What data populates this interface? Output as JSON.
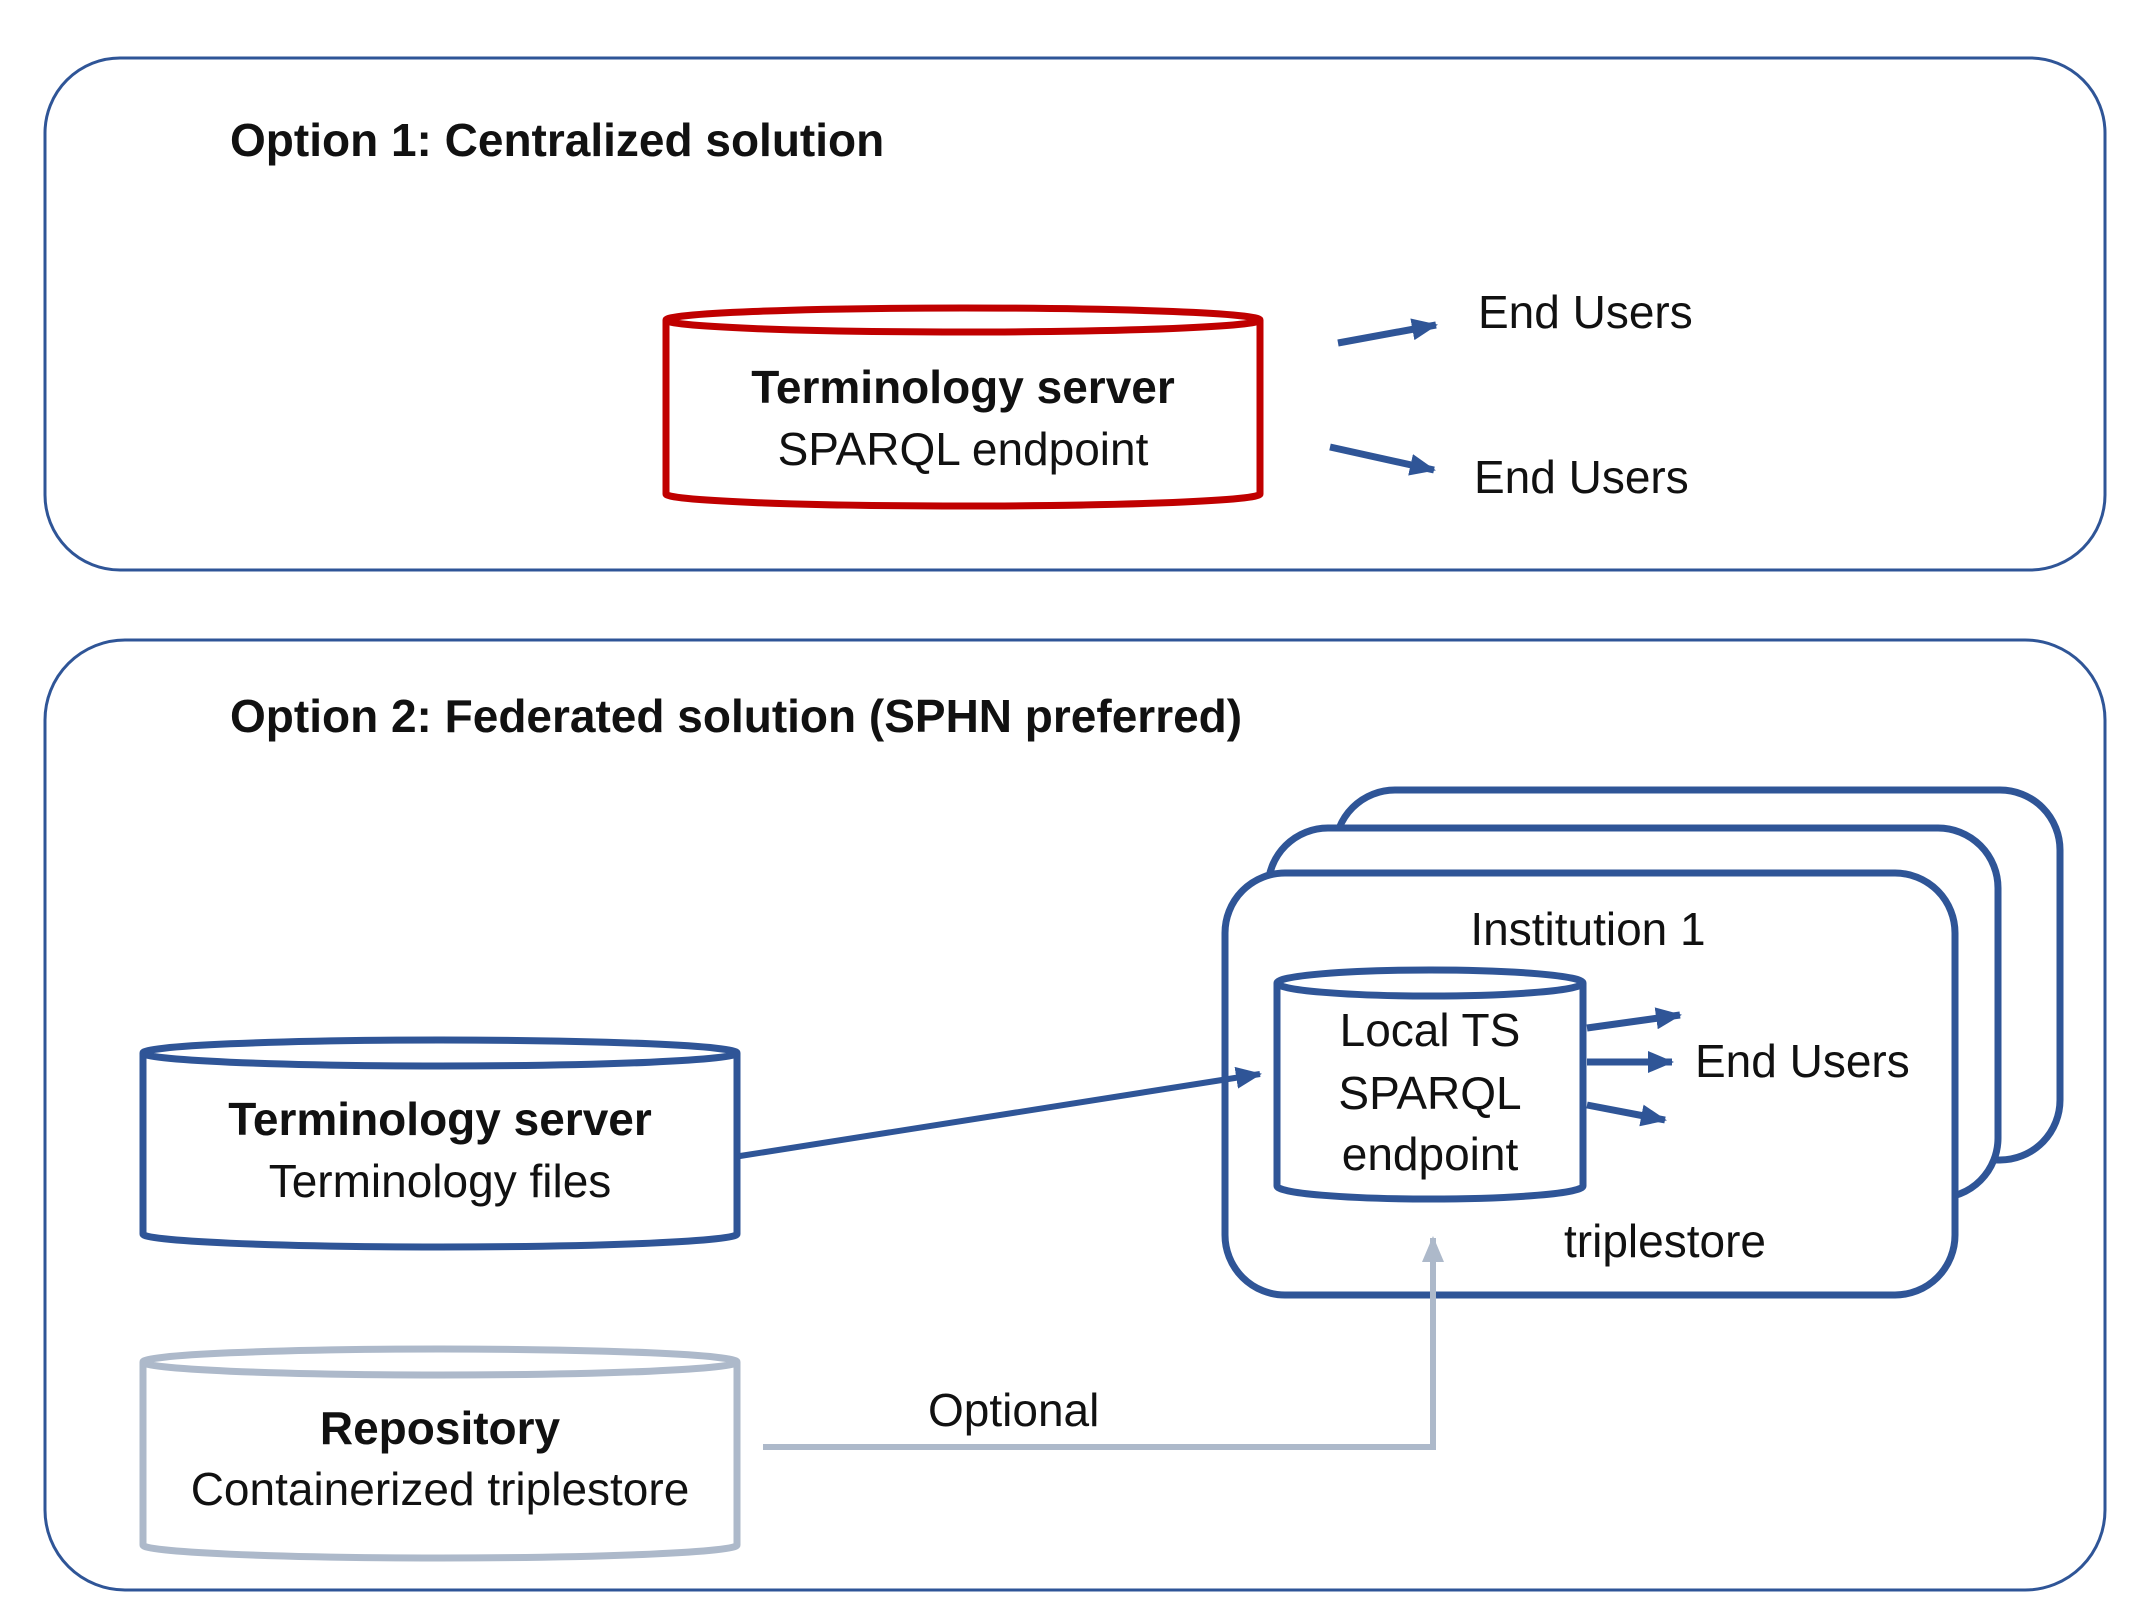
{
  "colors": {
    "frame": "#2f5597",
    "central_server": "#c00000",
    "arrow": "#2f5597",
    "optional": "#adb9ca",
    "text": "#111111"
  },
  "option1": {
    "title": "Option 1: Centralized solution",
    "server_title": "Terminology server",
    "server_subtitle": "SPARQL endpoint",
    "users": [
      "End Users",
      "End Users"
    ]
  },
  "option2": {
    "title": "Option 2: Federated solution (SPHN preferred)",
    "server_title": "Terminology server",
    "server_subtitle": "Terminology files",
    "institution_label": "Institution 1",
    "local_ts_lines": [
      "Local TS",
      "SPARQL",
      "endpoint"
    ],
    "triplestore_label": "triplestore",
    "end_users": "End Users",
    "repository_title": "Repository",
    "repository_subtitle": "Containerized triplestore",
    "optional_label": "Optional"
  }
}
